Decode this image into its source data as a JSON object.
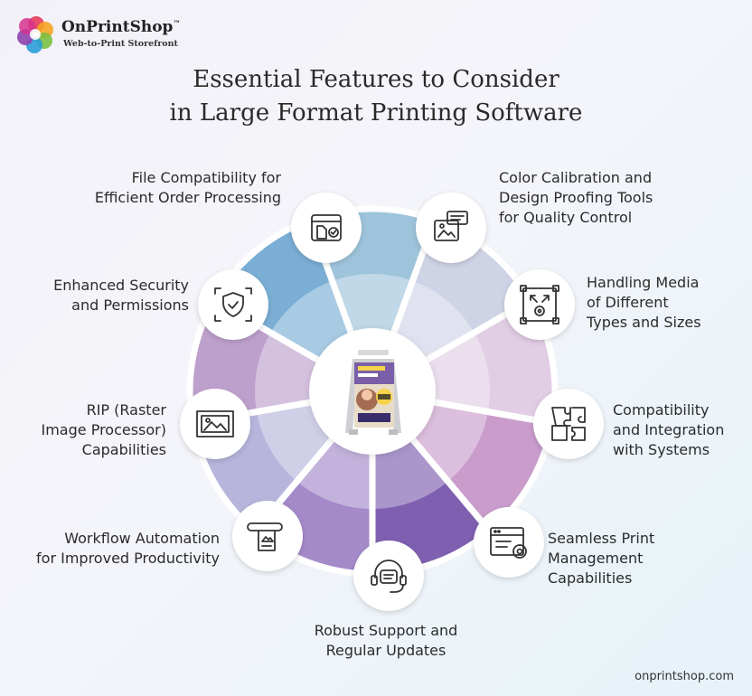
{
  "brand": {
    "name": "OnPrintShop",
    "trademark": "™",
    "tagline": "Web-to-Print Storefront"
  },
  "title": {
    "line1": "Essential Features to Consider",
    "line2": "in Large Format Printing Software"
  },
  "center_icon": "a-frame-sign-icon",
  "features": [
    {
      "lines": [
        "File Compatibility for",
        "Efficient Order Processing"
      ],
      "icon": "file-check-icon",
      "color": "#9ec4db"
    },
    {
      "lines": [
        "Color Calibration and",
        "Design Proofing Tools",
        "for Quality Control"
      ],
      "icon": "design-proofing-icon",
      "color": "#cfd3e6"
    },
    {
      "lines": [
        "Handling Media",
        "of Different",
        "Types and Sizes"
      ],
      "icon": "resize-media-icon",
      "color": "#e1cde4"
    },
    {
      "lines": [
        "Compatibility",
        "and Integration",
        "with Systems"
      ],
      "icon": "puzzle-icon",
      "color": "#c99ccc"
    },
    {
      "lines": [
        "Seamless Print",
        "Management",
        "Capabilities"
      ],
      "icon": "print-management-icon",
      "color": "#7f5fb0"
    },
    {
      "lines": [
        "Robust Support and",
        "Regular Updates"
      ],
      "icon": "headset-icon",
      "color": "#a48ac9"
    },
    {
      "lines": [
        "Workflow Automation",
        "for Improved Productivity"
      ],
      "icon": "scroll-document-icon",
      "color": "#b7b5dc"
    },
    {
      "lines": [
        "RIP (Raster",
        "Image Processor)",
        "Capabilities"
      ],
      "icon": "image-frame-icon",
      "color": "#bea0cc"
    },
    {
      "lines": [
        "Enhanced Security",
        "and Permissions"
      ],
      "icon": "shield-check-icon",
      "color": "#7aaed4"
    }
  ],
  "footer": "onprintshop.com"
}
